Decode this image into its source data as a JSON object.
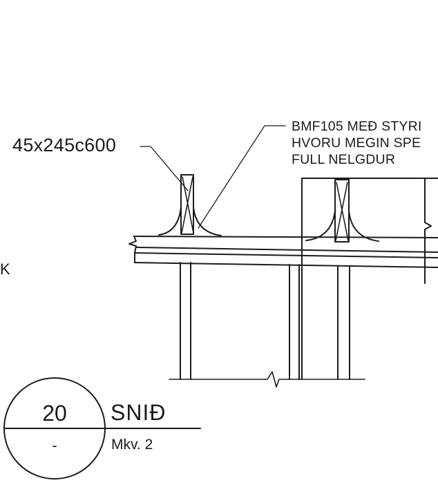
{
  "member_label": "45x245c600",
  "note": {
    "line1": "BMF105 MEÐ STYRI",
    "line2": "HVORU MEGIN SPE",
    "line3": "FULL NELGDUR"
  },
  "edge_text": "K",
  "section_callout": {
    "number": "20",
    "sheet": "-",
    "title": "SNIÐ",
    "scale": "Mkv. 2"
  },
  "colors": {
    "ink": "#1e1a1a",
    "background": "#ffffff"
  }
}
